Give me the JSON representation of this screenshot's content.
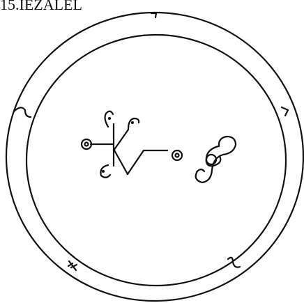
{
  "seal": {
    "title": "15.IEZALEL",
    "ink_color": "#111111",
    "background": "#ffffff",
    "sigil_description": [
      "ornate-curl-figure",
      "double-loop-figure"
    ],
    "border_glyphs": [
      "top-glyph",
      "right-glyph",
      "bottom-right-glyph",
      "bottom-left-glyph",
      "left-glyph"
    ]
  }
}
